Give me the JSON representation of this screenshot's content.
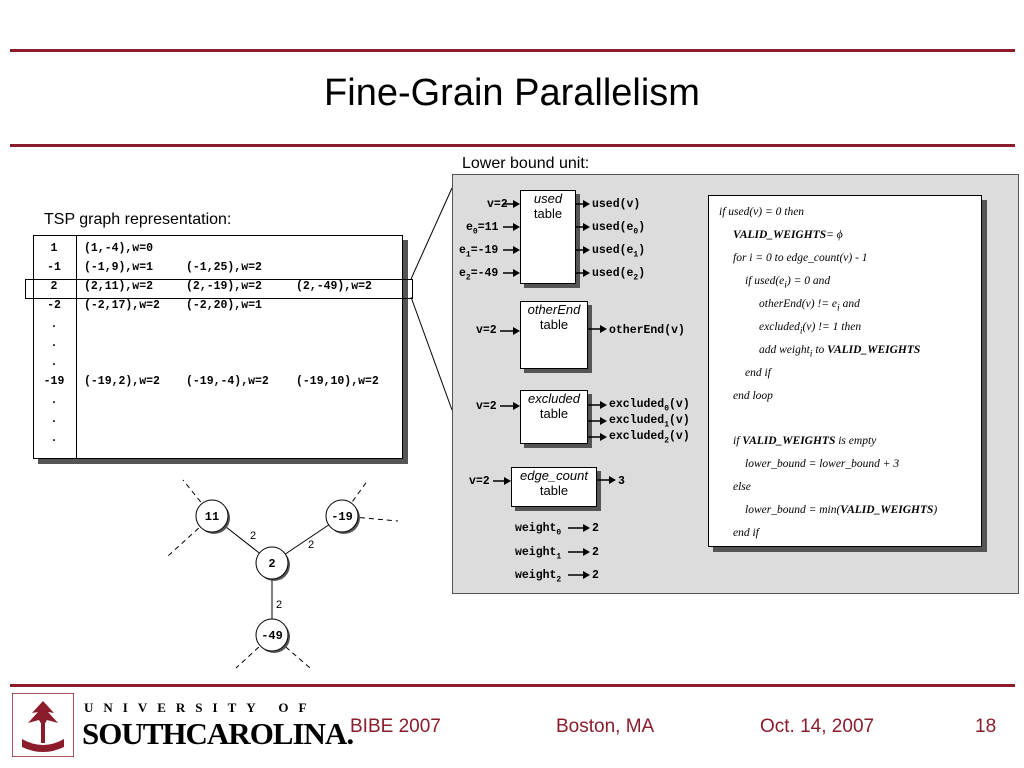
{
  "title": "Fine-Grain Parallelism",
  "tsp_label": "TSP graph representation:",
  "lbu_label": "Lower bound unit:",
  "table_rows": [
    {
      "idx": "1",
      "c1": "(1,-4),w=0",
      "c2": "",
      "c3": ""
    },
    {
      "idx": "-1",
      "c1": "(-1,9),w=1",
      "c2": "(-1,25),w=2",
      "c3": ""
    },
    {
      "idx": "2",
      "c1": "(2,11),w=2",
      "c2": "(2,-19),w=2",
      "c3": "(2,-49),w=2"
    },
    {
      "idx": "-2",
      "c1": "(-2,17),w=2",
      "c2": "(-2,20),w=1",
      "c3": ""
    },
    {
      "idx": ".",
      "c1": "",
      "c2": "",
      "c3": ""
    },
    {
      "idx": ".",
      "c1": "",
      "c2": "",
      "c3": ""
    },
    {
      "idx": ".",
      "c1": "",
      "c2": "",
      "c3": ""
    },
    {
      "idx": "-19",
      "c1": "(-19,2),w=2",
      "c2": "(-19,-4),w=2",
      "c3": "(-19,10),w=2"
    },
    {
      "idx": ".",
      "c1": "",
      "c2": "",
      "c3": ""
    },
    {
      "idx": ".",
      "c1": "",
      "c2": "",
      "c3": ""
    },
    {
      "idx": ".",
      "c1": "",
      "c2": "",
      "c3": ""
    }
  ],
  "used": {
    "name": "used",
    "table": "table",
    "inputs": [
      {
        "pre": "v=2",
        "sub": "",
        "post": ""
      },
      {
        "pre": "e",
        "sub": "0",
        "post": "=11"
      },
      {
        "pre": "e",
        "sub": "1",
        "post": "=-19"
      },
      {
        "pre": "e",
        "sub": "2",
        "post": "=-49"
      }
    ],
    "outputs": [
      {
        "pre": "used(v)",
        "sub": "",
        "post": ""
      },
      {
        "pre": "used(e",
        "sub": "0",
        "post": ")"
      },
      {
        "pre": "used(e",
        "sub": "1",
        "post": ")"
      },
      {
        "pre": "used(e",
        "sub": "2",
        "post": ")"
      }
    ]
  },
  "otherEnd": {
    "name": "otherEnd",
    "table": "table",
    "input": "v=2",
    "output": "otherEnd(v)"
  },
  "excluded": {
    "name": "excluded",
    "table": "table",
    "input": "v=2",
    "outputs": [
      {
        "pre": "excluded",
        "sub": "0",
        "post": "(v)"
      },
      {
        "pre": "excluded",
        "sub": "1",
        "post": "(v)"
      },
      {
        "pre": "excluded",
        "sub": "2",
        "post": "(v)"
      }
    ]
  },
  "edge_count": {
    "name": "edge_count",
    "table": "table",
    "input": "v=2",
    "output": "3"
  },
  "weights": [
    {
      "pre": "weight",
      "sub": "0",
      "val": "2"
    },
    {
      "pre": "weight",
      "sub": "1",
      "val": "2"
    },
    {
      "pre": "weight",
      "sub": "2",
      "val": "2"
    }
  ],
  "pseudo": {
    "l1": "if used(v) = 0 then",
    "l2a": "VALID_WEIGHTS",
    "l2b": "= ϕ",
    "l3": "for i = 0  to edge_count(v) - 1",
    "l4a": "if used(e",
    "l4s": "i",
    "l4b": ") = 0 and",
    "l5a": "otherEnd(v) != e",
    "l5s": "i",
    "l5b": " and",
    "l6a": "excluded",
    "l6s": "i",
    "l6b": "(v) != 1 then",
    "l7a": "add weight",
    "l7s": "i",
    "l7b": " to ",
    "l7c": "VALID_WEIGHTS",
    "l8": "end if",
    "l9": "end loop",
    "l10a": "if ",
    "l10b": "VALID_WEIGHTS",
    "l10c": " is empty",
    "l11": "lower_bound = lower_bound + 3",
    "l12": "else",
    "l13a": "lower_bound = min(",
    "l13b": "VALID_WEIGHTS",
    "l13c": ")",
    "l14": "end if"
  },
  "graph": {
    "nodes": [
      "11",
      "-19",
      "2",
      "-49"
    ],
    "edge_labels": [
      "2",
      "2",
      "2"
    ]
  },
  "footer": {
    "university_top": "UNIVERSITY OF",
    "university_main": "SOUTHCAROLINA.",
    "conf": "BIBE 2007",
    "place": "Boston, MA",
    "date": "Oct. 14, 2007",
    "page": "18"
  },
  "colors": {
    "accent": "#8a1c2b",
    "panel": "#dcdcdc"
  }
}
